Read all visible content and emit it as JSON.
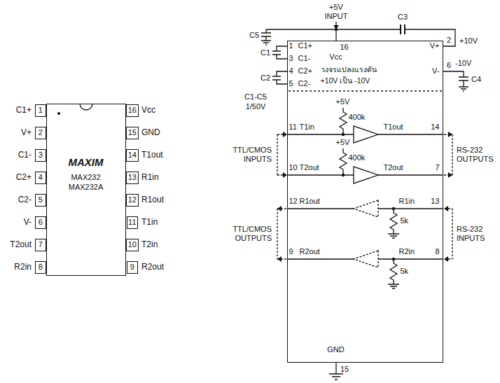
{
  "diagram": {
    "nodes": [
      {
        "text": [
          "MAXIM",
          "MAX232",
          "MAX232A"
        ]
      },
      {
        "text": [
          "1"
        ]
      },
      {
        "text": [
          "2"
        ]
      },
      {
        "text": [
          "3"
        ]
      },
      {
        "text": [
          "4"
        ]
      },
      {
        "text": [
          "5"
        ]
      },
      {
        "text": [
          "6"
        ]
      },
      {
        "text": [
          "7"
        ]
      },
      {
        "text": [
          "8"
        ]
      },
      {
        "text": [
          "16"
        ]
      },
      {
        "text": [
          "15"
        ]
      },
      {
        "text": [
          "14"
        ]
      },
      {
        "text": [
          "13"
        ]
      },
      {
        "text": [
          "12"
        ]
      },
      {
        "text": [
          "11"
        ]
      },
      {
        "text": [
          "10"
        ]
      },
      {
        "text": [
          "9"
        ]
      },
      {
        "text": [
          "1",
          "C1+",
          "16",
          "Vcc",
          "V+",
          "3",
          "C1-",
          "4",
          "C2+",
          "วงจรแปลงแรงดัน",
          "V-",
          "5",
          "C2-",
          "+10V เป็น -10V",
          "+5V",
          "400k",
          "11",
          "T1in",
          "T1out",
          "14",
          "+5V",
          "400k",
          "10",
          "T2out",
          "T2out",
          "7",
          "12",
          "R1out",
          "R1in",
          "13",
          "5k",
          "9",
          "R2out",
          "R2in",
          "8",
          "5k",
          "GND"
        ]
      }
    ],
    "labels": [
      "C1+",
      "V+",
      "C1-",
      "C2+",
      "C2-",
      "V-",
      "T2out",
      "R2in",
      "Vcc",
      "GND",
      "T1out",
      "R1in",
      "R1out",
      "T1in",
      "T2in",
      "R2out",
      "+5V INPUT",
      "C3",
      "C5",
      "2",
      "+10V",
      "C1",
      "C2",
      "6",
      "-10V",
      "C4",
      "C1-C5",
      "1/50V",
      "TTL/CMOS INPUTS",
      "RS-232 OUTPUTS",
      "TTL/CMOS OUTPUTS",
      "RS-232 INPUTS",
      "15"
    ]
  }
}
